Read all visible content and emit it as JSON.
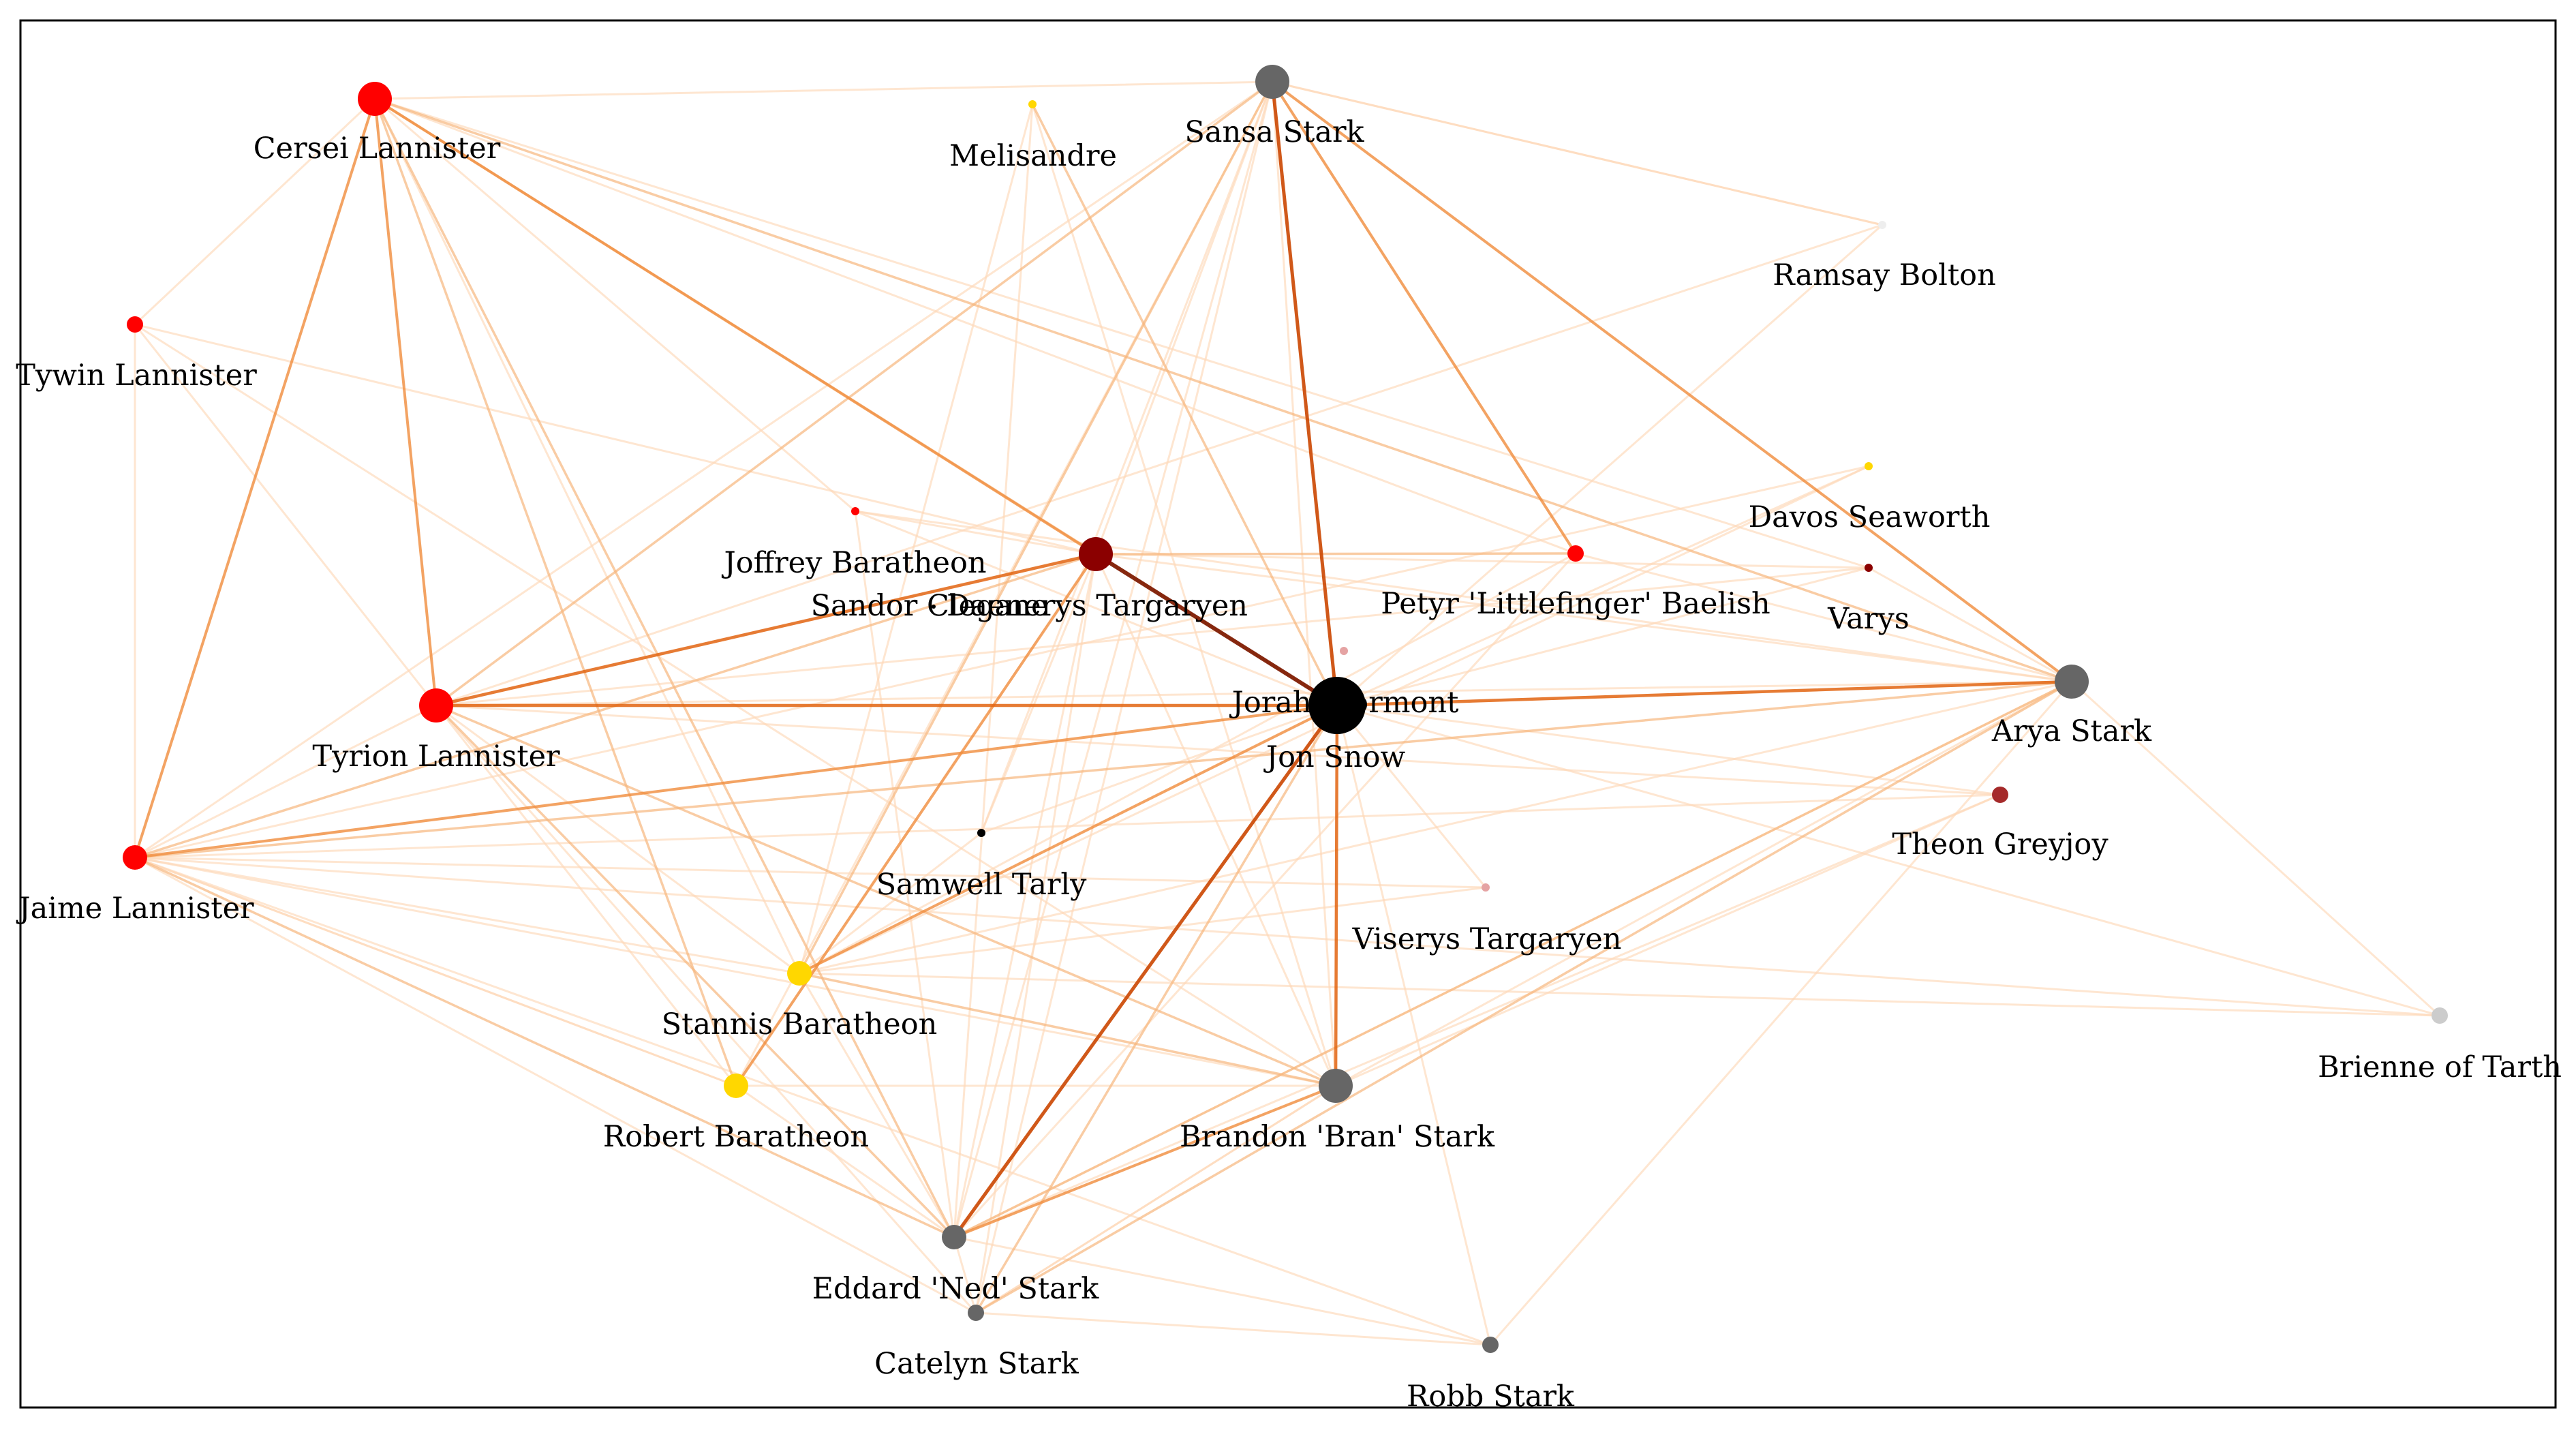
{
  "graph": {
    "nodes": [
      {
        "id": "jon",
        "label": "Jon Snow",
        "color": "#000000",
        "size": "largest"
      },
      {
        "id": "jorah",
        "label": "Jorah Mormont",
        "color": "#e5a3a3",
        "size": "tiny"
      },
      {
        "id": "daenerys",
        "label": "Daenerys Targaryen",
        "color": "#8b0000",
        "size": "large"
      },
      {
        "id": "sandor",
        "label": "Sandor Clegane",
        "color": "#000000",
        "size": "none"
      },
      {
        "id": "joffrey",
        "label": "Joffrey Baratheon",
        "color": "#ff0000",
        "size": "tiny"
      },
      {
        "id": "cersei",
        "label": "Cersei Lannister",
        "color": "#ff0000",
        "size": "large"
      },
      {
        "id": "tywin",
        "label": "Tywin Lannister",
        "color": "#ff0000",
        "size": "small"
      },
      {
        "id": "tyrion",
        "label": "Tyrion Lannister",
        "color": "#ff0000",
        "size": "large"
      },
      {
        "id": "jaime",
        "label": "Jaime Lannister",
        "color": "#ff0000",
        "size": "medium"
      },
      {
        "id": "sansa",
        "label": "Sansa Stark",
        "color": "#666666",
        "size": "large"
      },
      {
        "id": "melisandre",
        "label": "Melisandre",
        "color": "#ffd700",
        "size": "tiny"
      },
      {
        "id": "ramsay",
        "label": "Ramsay Bolton",
        "color": "#eeeeee",
        "size": "tiny"
      },
      {
        "id": "davos",
        "label": "Davos Seaworth",
        "color": "#ffd700",
        "size": "tiny"
      },
      {
        "id": "petyr",
        "label": "Petyr 'Littlefinger' Baelish",
        "color": "#ff0000",
        "size": "small"
      },
      {
        "id": "varys",
        "label": "Varys",
        "color": "#8b0000",
        "size": "tiny"
      },
      {
        "id": "arya",
        "label": "Arya Stark",
        "color": "#666666",
        "size": "large"
      },
      {
        "id": "theon",
        "label": "Theon Greyjoy",
        "color": "#a52a2a",
        "size": "small"
      },
      {
        "id": "samwell",
        "label": "Samwell Tarly",
        "color": "#000000",
        "size": "tiny"
      },
      {
        "id": "viserys",
        "label": "Viserys Targaryen",
        "color": "#e5a3a3",
        "size": "tiny"
      },
      {
        "id": "stannis",
        "label": "Stannis Baratheon",
        "color": "#ffd700",
        "size": "medium"
      },
      {
        "id": "robert",
        "label": "Robert Baratheon",
        "color": "#ffd700",
        "size": "medium"
      },
      {
        "id": "bran",
        "label": "Brandon 'Bran' Stark",
        "color": "#666666",
        "size": "large"
      },
      {
        "id": "ned",
        "label": "Eddard 'Ned' Stark",
        "color": "#666666",
        "size": "medium"
      },
      {
        "id": "catelyn",
        "label": "Catelyn Stark",
        "color": "#666666",
        "size": "small"
      },
      {
        "id": "robb",
        "label": "Robb Stark",
        "color": "#666666",
        "size": "small"
      },
      {
        "id": "brienne",
        "label": "Brienne of Tarth",
        "color": "#cccccc",
        "size": "small"
      }
    ],
    "edges": [
      [
        "jon",
        "daenerys",
        6
      ],
      [
        "jon",
        "sansa",
        5
      ],
      [
        "jon",
        "ned",
        5
      ],
      [
        "jon",
        "bran",
        4
      ],
      [
        "jon",
        "arya",
        4
      ],
      [
        "jon",
        "tyrion",
        4
      ],
      [
        "daenerys",
        "tyrion",
        4
      ],
      [
        "cersei",
        "jaime",
        3
      ],
      [
        "cersei",
        "tyrion",
        3
      ],
      [
        "cersei",
        "daenerys",
        3
      ],
      [
        "sansa",
        "arya",
        3
      ],
      [
        "jon",
        "jaime",
        3
      ],
      [
        "jon",
        "stannis",
        3
      ],
      [
        "ned",
        "bran",
        3
      ],
      [
        "robert",
        "daenerys",
        3
      ],
      [
        "sansa",
        "petyr",
        3
      ],
      [
        "arya",
        "jaime",
        2
      ],
      [
        "melisandre",
        "jon",
        2
      ],
      [
        "jon",
        "cersei",
        2
      ],
      [
        "sansa",
        "stannis",
        2
      ],
      [
        "arya",
        "ned",
        2
      ],
      [
        "arya",
        "catelyn",
        2
      ],
      [
        "daenerys",
        "petyr",
        2
      ],
      [
        "ned",
        "tyrion",
        2
      ],
      [
        "cersei",
        "ned",
        2
      ],
      [
        "tyrion",
        "bran",
        2
      ],
      [
        "jaime",
        "ned",
        2
      ],
      [
        "stannis",
        "bran",
        2
      ],
      [
        "sansa",
        "tyrion",
        2
      ],
      [
        "jon",
        "catelyn",
        2
      ],
      [
        "cersei",
        "arya",
        2
      ],
      [
        "cersei",
        "robert",
        2
      ],
      [
        "jaime",
        "daenerys",
        2
      ],
      [
        "cersei",
        "sansa",
        1
      ],
      [
        "jon",
        "ramsay",
        1
      ],
      [
        "jon",
        "theon",
        1
      ],
      [
        "jon",
        "viserys",
        1
      ],
      [
        "jon",
        "robb",
        1
      ],
      [
        "jon",
        "brienne",
        1
      ],
      [
        "jon",
        "davos",
        1
      ],
      [
        "jon",
        "varys",
        1
      ],
      [
        "tywin",
        "tyrion",
        1
      ],
      [
        "tywin",
        "cersei",
        1
      ],
      [
        "tywin",
        "jaime",
        1
      ],
      [
        "tywin",
        "bran",
        1
      ],
      [
        "tywin",
        "daenerys",
        1
      ],
      [
        "joffrey",
        "cersei",
        1
      ],
      [
        "joffrey",
        "jon",
        1
      ],
      [
        "joffrey",
        "ned",
        1
      ],
      [
        "samwell",
        "jon",
        1
      ],
      [
        "samwell",
        "stannis",
        1
      ],
      [
        "sansa",
        "ned",
        1
      ],
      [
        "sansa",
        "catelyn",
        1
      ],
      [
        "sansa",
        "robert",
        1
      ],
      [
        "sansa",
        "jaime",
        1
      ],
      [
        "sansa",
        "samwell",
        1
      ],
      [
        "melisandre",
        "stannis",
        1
      ],
      [
        "melisandre",
        "bran",
        1
      ],
      [
        "petyr",
        "arya",
        1
      ],
      [
        "petyr",
        "ned",
        1
      ],
      [
        "varys",
        "tyrion",
        1
      ],
      [
        "varys",
        "arya",
        1
      ],
      [
        "theon",
        "ned",
        1
      ],
      [
        "theon",
        "tyrion",
        1
      ],
      [
        "theon",
        "jaime",
        1
      ],
      [
        "ramsay",
        "sansa",
        1
      ],
      [
        "ramsay",
        "tyrion",
        1
      ],
      [
        "davos",
        "stannis",
        1
      ],
      [
        "davos",
        "jaime",
        1
      ],
      [
        "brienne",
        "jaime",
        1
      ],
      [
        "brienne",
        "arya",
        1
      ],
      [
        "brienne",
        "stannis",
        1
      ],
      [
        "robb",
        "ned",
        1
      ],
      [
        "robb",
        "catelyn",
        1
      ],
      [
        "robb",
        "jaime",
        1
      ],
      [
        "robb",
        "arya",
        1
      ],
      [
        "viserys",
        "stannis",
        1
      ],
      [
        "viserys",
        "jaime",
        1
      ],
      [
        "catelyn",
        "tyrion",
        1
      ],
      [
        "catelyn",
        "jaime",
        1
      ],
      [
        "catelyn",
        "bran",
        1
      ],
      [
        "robert",
        "ned",
        1
      ],
      [
        "robert",
        "bran",
        1
      ],
      [
        "robert",
        "jaime",
        1
      ],
      [
        "stannis",
        "ned",
        1
      ],
      [
        "stannis",
        "cersei",
        1
      ],
      [
        "stannis",
        "arya",
        1
      ],
      [
        "daenerys",
        "ned",
        1
      ],
      [
        "daenerys",
        "bran",
        1
      ],
      [
        "daenerys",
        "arya",
        1
      ],
      [
        "daenerys",
        "varys",
        1
      ],
      [
        "daenerys",
        "catelyn",
        1
      ],
      [
        "cersei",
        "petyr",
        1
      ],
      [
        "cersei",
        "varys",
        1
      ],
      [
        "tyrion",
        "arya",
        1
      ],
      [
        "tyrion",
        "stannis",
        1
      ],
      [
        "tyrion",
        "robert",
        1
      ],
      [
        "bran",
        "arya",
        1
      ],
      [
        "bran",
        "catelyn",
        1
      ],
      [
        "ned",
        "arya",
        1
      ],
      [
        "jaime",
        "bran",
        1
      ],
      [
        "jaime",
        "stannis",
        1
      ],
      [
        "jaime",
        "robert",
        1
      ],
      [
        "jaime",
        "tyrion",
        1
      ],
      [
        "samwell",
        "daenerys",
        1
      ],
      [
        "sansa",
        "ramsay",
        1
      ],
      [
        "sansa",
        "bran",
        1
      ],
      [
        "sansa",
        "daenerys",
        1
      ],
      [
        "ned",
        "catelyn",
        1
      ],
      [
        "joffrey",
        "daenerys",
        1
      ],
      [
        "joffrey",
        "arya",
        1
      ],
      [
        "melisandre",
        "ned",
        1
      ],
      [
        "theon",
        "bran",
        1
      ],
      [
        "petyr",
        "stannis",
        1
      ]
    ]
  }
}
